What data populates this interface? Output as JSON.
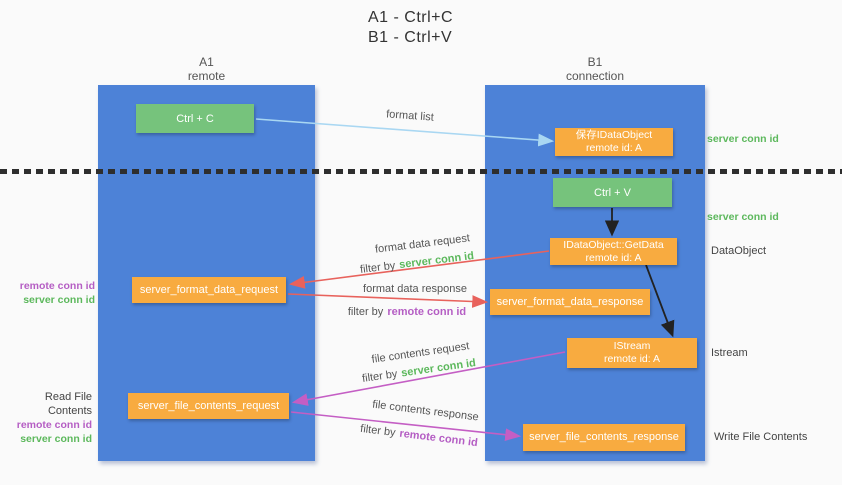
{
  "title": {
    "line1": "A1 - Ctrl+C",
    "line2": "B1 - Ctrl+V"
  },
  "lifelines": {
    "a1": {
      "name": "A1",
      "role": "remote"
    },
    "b1": {
      "name": "B1",
      "role": "connection"
    }
  },
  "nodes": {
    "ctrl_c": {
      "label": "Ctrl + C"
    },
    "save_idataobject": {
      "line1": "保存IDataObject",
      "line2": "remote id: A"
    },
    "ctrl_v": {
      "label": "Ctrl + V"
    },
    "idataobject_getdata": {
      "line1": "IDataObject::GetData",
      "line2": "remote id: A"
    },
    "server_format_data_request": {
      "label": "server_format_data_request"
    },
    "server_format_data_response": {
      "label": "server_format_data_response"
    },
    "istream": {
      "line1": "IStream",
      "line2": "remote id: A"
    },
    "server_file_contents_request": {
      "label": "server_file_contents_request"
    },
    "server_file_contents_response": {
      "label": "server_file_contents_response"
    }
  },
  "arrows": {
    "format_list": {
      "label": "format list"
    },
    "format_data_request": {
      "label": "format data request",
      "filter_by": "filter by",
      "filter_key": "server conn id"
    },
    "format_data_response": {
      "label": "format data response",
      "filter_by": "filter by",
      "filter_key": "remote conn id"
    },
    "file_contents_request": {
      "label": "file contents request",
      "filter_by": "filter by",
      "filter_key": "server conn id"
    },
    "file_contents_response": {
      "label": "file contents response",
      "filter_by": "filter by",
      "filter_key": "remote conn id"
    }
  },
  "annotations": {
    "right_server_conn_id_1": "server conn id",
    "right_server_conn_id_2": "server conn id",
    "dataobject": "DataObject",
    "istream": "Istream",
    "write_file_contents": "Write File Contents",
    "read_file_contents": "Read File Contents",
    "left_remote_conn_id_1": "remote conn id",
    "left_server_conn_id_1": "server conn id",
    "left_remote_conn_id_2": "remote conn id",
    "left_server_conn_id_2": "server conn id"
  },
  "colors": {
    "column_blue": "#4d82d7",
    "box_orange": "#f8ab40",
    "box_green": "#76c37c",
    "text_green": "#5cb85c",
    "text_purple": "#b55ec4",
    "arrow_red": "#e8625c",
    "arrow_magenta": "#c45ec4",
    "arrow_lightblue": "#a9d7f2",
    "arrow_black": "#222222"
  }
}
